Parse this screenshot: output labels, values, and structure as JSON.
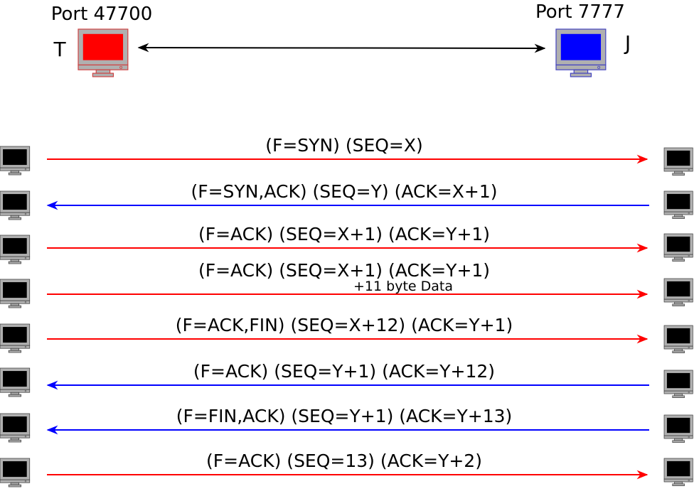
{
  "hosts": {
    "left": {
      "port_label": "Port 47700",
      "name": "T",
      "screen_color": "#ff0000",
      "frame_color": "#b0b0b0",
      "outline_color": "#d04040"
    },
    "right": {
      "port_label": "Port 7777",
      "name": "J",
      "screen_color": "#0000ff",
      "frame_color": "#b0b0b0",
      "outline_color": "#4040c0"
    }
  },
  "link_color": "#000000",
  "small_computer": {
    "screen_color": "#000000",
    "frame_color": "#b0b0b0"
  },
  "colors": {
    "to_right": "#ff0000",
    "to_left": "#0000ff"
  },
  "messages": [
    {
      "label": "(F=SYN) (SEQ=X)",
      "direction": "right"
    },
    {
      "label": "(F=SYN,ACK) (SEQ=Y) (ACK=X+1)",
      "direction": "left"
    },
    {
      "label": "(F=ACK) (SEQ=X+1) (ACK=Y+1)",
      "direction": "right"
    },
    {
      "label": "(F=ACK) (SEQ=X+1) (ACK=Y+1)",
      "sublabel": "+11 byte Data",
      "direction": "right"
    },
    {
      "label": "(F=ACK,FIN) (SEQ=X+12) (ACK=Y+1)",
      "direction": "right"
    },
    {
      "label": "(F=ACK) (SEQ=Y+1) (ACK=Y+12)",
      "direction": "left"
    },
    {
      "label": "(F=FIN,ACK) (SEQ=Y+1) (ACK=Y+13)",
      "direction": "left"
    },
    {
      "label": "(F=ACK) (SEQ=13) (ACK=Y+2)",
      "direction": "right"
    }
  ]
}
